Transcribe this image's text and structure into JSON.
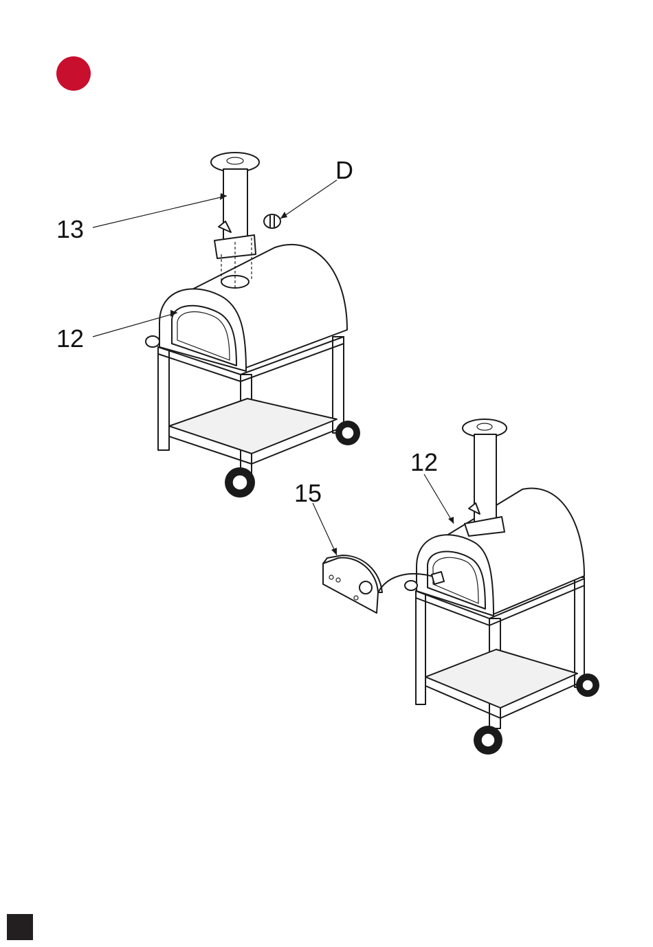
{
  "step": {
    "color": "#c8102e"
  },
  "page_marker": {
    "color": "#231f20"
  },
  "callouts": {
    "part_13": "13",
    "part_12_upper": "12",
    "part_d": "D",
    "part_15": "15",
    "part_12_lower": "12"
  }
}
